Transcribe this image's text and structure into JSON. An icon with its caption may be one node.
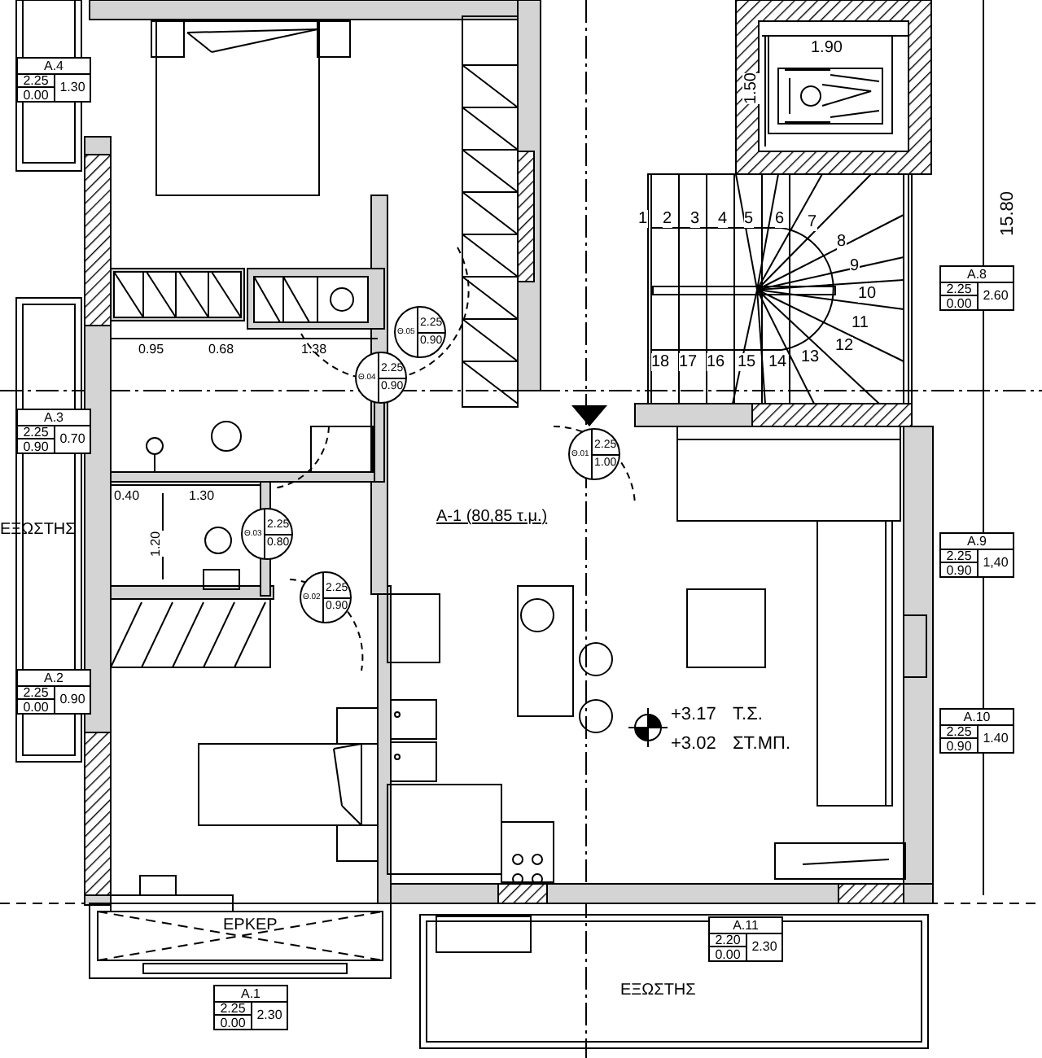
{
  "diagram": {
    "nodes": [
      {
        "text": [
          "Α.4",
          "2.25",
          "0.00",
          "1.30"
        ]
      },
      {
        "text": [
          "Θ.05",
          "2.25",
          "0.90"
        ]
      },
      {
        "text": [
          "Θ.04",
          "2.25",
          "0.90"
        ]
      },
      {
        "text": [
          "Α.8",
          "2.25",
          "0.00",
          "2.60"
        ]
      },
      {
        "text": [
          "Α.3",
          "2.25",
          "0.90",
          "0.70"
        ]
      },
      {
        "text": [
          "Θ.01",
          "2.25",
          "1.00"
        ]
      },
      {
        "text": [
          "Θ.03",
          "2.25",
          "0.80"
        ]
      },
      {
        "text": [
          "Θ.02",
          "2.25",
          "0.90"
        ]
      },
      {
        "text": [
          "Α.9",
          "2.25",
          "0.90",
          "1,40"
        ]
      },
      {
        "text": [
          "Α.2",
          "2.25",
          "0.00",
          "0.90"
        ]
      },
      {
        "text": [
          "Α.10",
          "2.25",
          "0.90",
          "1.40"
        ]
      },
      {
        "text": [
          "Α.11",
          "2.20",
          "0.00",
          "2.30"
        ]
      },
      {
        "text": [
          "Α.1",
          "2.25",
          "0.00",
          "2.30"
        ]
      }
    ],
    "labels": [
      "1.90",
      "1.50",
      "15.80",
      "1",
      "2",
      "3",
      "4",
      "5",
      "6",
      "7",
      "8",
      "9",
      "10",
      "11",
      "12",
      "18",
      "17",
      "16",
      "15",
      "14",
      "13",
      "0.95",
      "0.68",
      "1.38",
      "0.40",
      "1.30",
      "ΕΞΩΣΤΗΣ",
      "Α-1 (80,85 τ.μ.)",
      "1.20",
      "+3.17",
      "Τ.Σ.",
      "+3.02",
      "ΣΤ.ΜΠ.",
      "ΕΡΚΕΡ",
      "ΕΞΩΣΤΗΣ"
    ]
  }
}
